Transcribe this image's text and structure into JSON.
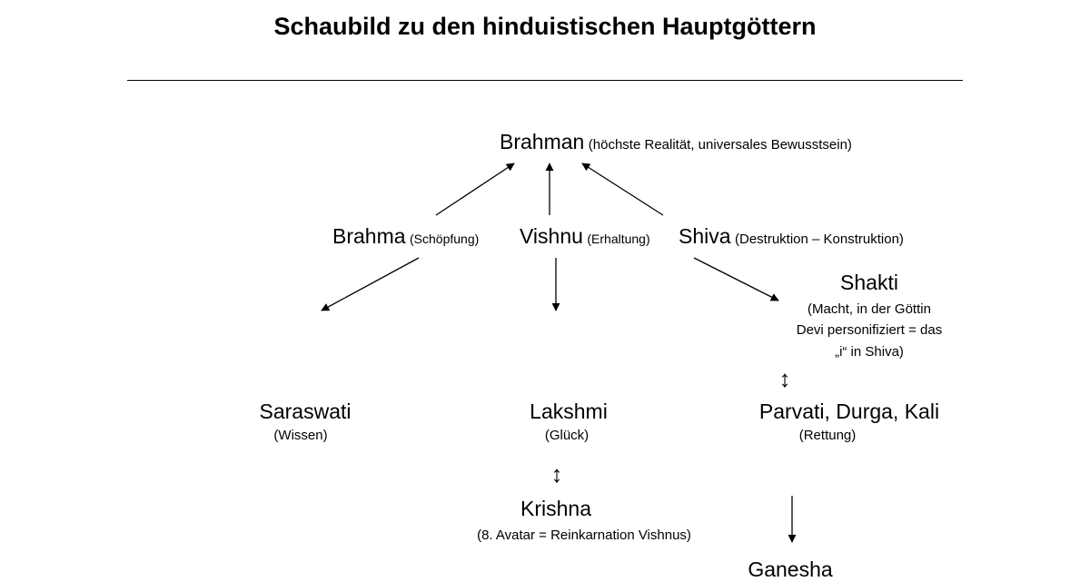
{
  "title": "Schaubild zu den hinduistischen Hauptgöttern",
  "nodes": {
    "brahman": {
      "name": "Brahman",
      "desc": "(höchste Realität, universales Bewusstsein)"
    },
    "brahma": {
      "name": "Brahma",
      "desc": "(Schöpfung)"
    },
    "vishnu": {
      "name": "Vishnu",
      "desc": "(Erhaltung)"
    },
    "shiva": {
      "name": "Shiva",
      "desc": "(Destruktion – Konstruktion)"
    },
    "shakti": {
      "name": "Shakti",
      "desc_lines": [
        "(Macht, in der Göttin",
        "Devi personifiziert = das",
        "„i“ in Shiva)"
      ]
    },
    "saraswati": {
      "name": "Saraswati",
      "desc": "(Wissen)"
    },
    "lakshmi": {
      "name": "Lakshmi",
      "desc": "(Glück)"
    },
    "parvati": {
      "name": "Parvati, Durga, Kali",
      "desc": "(Rettung)"
    },
    "krishna": {
      "name": "Krishna",
      "desc": "(8. Avatar = Reinkarnation Vishnus)"
    },
    "ganesha": {
      "name": "Ganesha"
    }
  },
  "symbols": {
    "double_arrow": "↕"
  }
}
